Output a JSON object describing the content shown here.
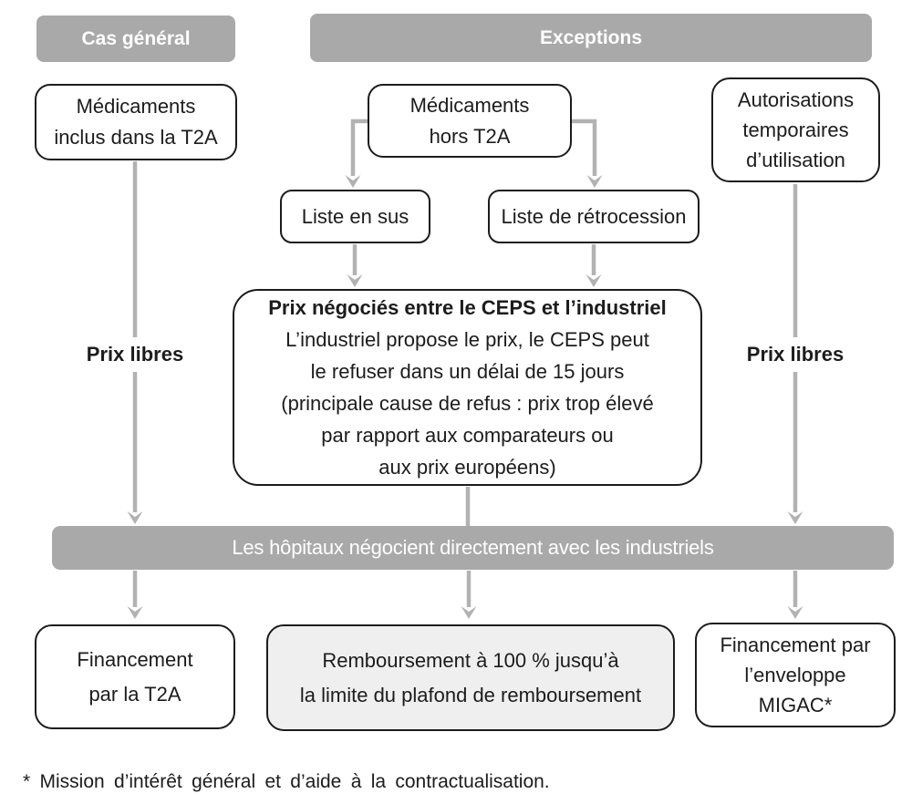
{
  "colors": {
    "header_bar_gray": "#a9a9a9",
    "connector_gray": "#b2b2b2",
    "box_border": "#1c1c1c",
    "highlight_box_fill": "#efefef",
    "band_text": "#ffffff"
  },
  "headers": {
    "cas_general": "Cas général",
    "exceptions": "Exceptions"
  },
  "boxes": {
    "medicaments_t2a": {
      "lines": [
        "Médicaments",
        "inclus dans la T2A"
      ]
    },
    "medicaments_hors_t2a": {
      "lines": [
        "Médicaments",
        "hors T2A"
      ]
    },
    "autorisations": {
      "lines": [
        "Autorisations",
        "temporaires",
        "d’utilisation"
      ]
    },
    "liste_en_sus": {
      "label": "Liste en sus"
    },
    "liste_retrocession": {
      "label": "Liste de rétrocession"
    },
    "prix_negocies": {
      "title": "Prix négociés entre le CEPS et l’industriel",
      "lines": [
        "L’industriel propose le prix, le CEPS peut",
        "le refuser dans un délai de 15 jours",
        "(principale cause de refus : prix trop élevé",
        "par rapport aux comparateurs ou",
        "aux prix européens)"
      ]
    },
    "financement_t2a": {
      "lines": [
        "Financement",
        "par la T2A"
      ]
    },
    "remboursement": {
      "lines": [
        "Remboursement à 100 % jusqu’à",
        "la limite du plafond de remboursement"
      ]
    },
    "financement_migac": {
      "lines": [
        "Financement par",
        "l’enveloppe",
        "MIGAC*"
      ]
    }
  },
  "labels": {
    "prix_libres_left": "Prix libres",
    "prix_libres_right": "Prix libres"
  },
  "band": {
    "hopitaux": "Les hôpitaux négocient directement avec les industriels"
  },
  "footnote": "* Mission d’intérêt général et d’aide à la contractualisation."
}
